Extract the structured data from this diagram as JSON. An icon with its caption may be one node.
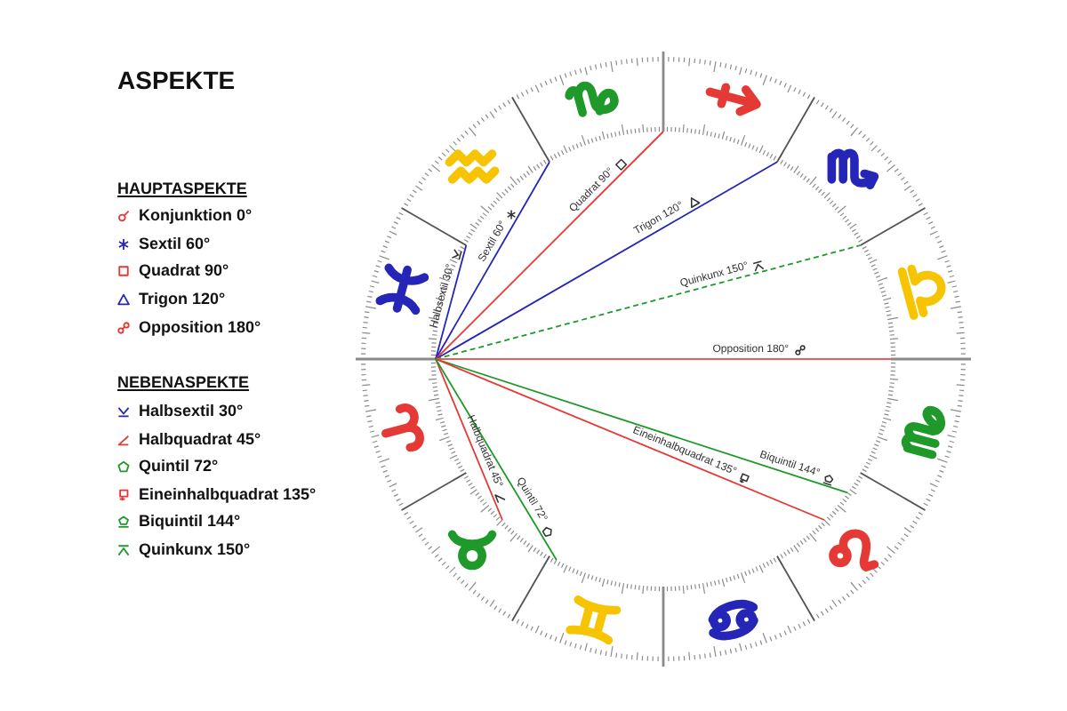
{
  "diagram": {
    "title": "ASPEKTE",
    "labels": [
      "HAUPTASPEKTE",
      "NEBENASPEKTE",
      "Halbsextil 30°",
      "Sextil 60°",
      "Quadrat 90°",
      "Trigon 120°",
      "Quinkunx 150°",
      "Opposition 180°",
      "Biquintil 144°",
      "Eineinhalbquadrat 135°",
      "Halbquadrat 45°",
      "Quintil 72°"
    ],
    "legend": [
      {
        "text": "Konjunktion 0°"
      },
      {
        "text": "Sextil 60°"
      },
      {
        "text": "Quadrat 90°"
      },
      {
        "text": "Trigon 120°"
      },
      {
        "text": "Opposition 180°"
      },
      {
        "text": "Halbsextil 30°"
      },
      {
        "text": "Halbquadrat 45°"
      },
      {
        "text": "Quintil 72°"
      },
      {
        "text": "Eineinhalbquadrat 135°"
      },
      {
        "text": "Biquintil 144°"
      },
      {
        "text": "Quinkunx 150°"
      }
    ]
  }
}
